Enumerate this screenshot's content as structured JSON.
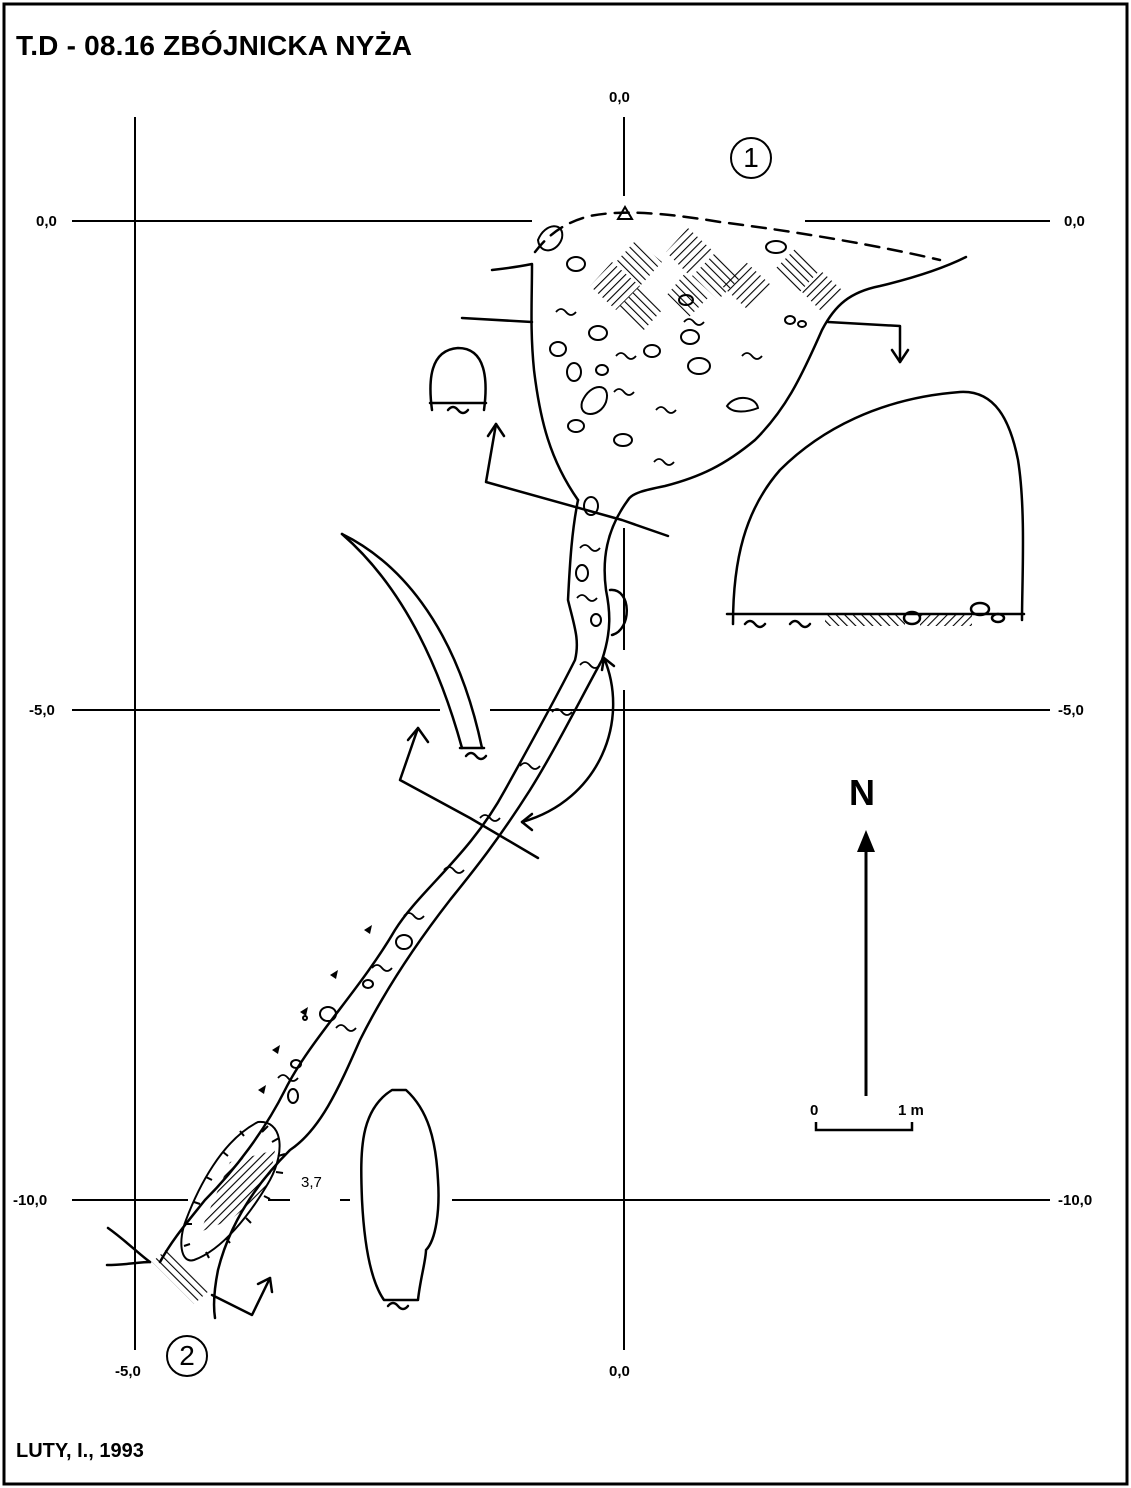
{
  "title": "T.D - 08.16  ZBÓJNICKA NYŻA",
  "author": "LUTY, I., 1993",
  "north_label": "N",
  "scale_bar": {
    "start": "0",
    "end": "1 m"
  },
  "grid_labels": {
    "top_x0": "0,0",
    "bottom_x0": "0,0",
    "bottom_xm5": "-5,0",
    "left_y0": "0,0",
    "right_y0": "0,0",
    "left_ym5": "-5,0",
    "right_ym5": "-5,0",
    "left_ym10": "-10,0",
    "right_ym10": "-10,0"
  },
  "cross_section_markers": [
    "1",
    "2"
  ],
  "depth_label": "3,7",
  "colors": {
    "ink": "#000000",
    "paper": "#ffffff"
  }
}
